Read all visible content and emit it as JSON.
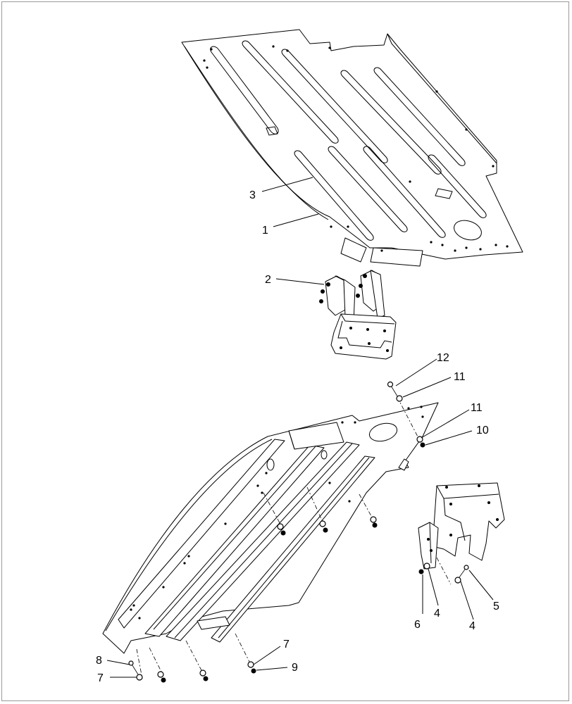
{
  "callouts": {
    "c1": "1",
    "c2": "2",
    "c3": "3",
    "c4a": "4",
    "c4b": "4",
    "c5": "5",
    "c6": "6",
    "c7a": "7",
    "c7b": "7",
    "c8": "8",
    "c9": "9",
    "c10": "10",
    "c11a": "11",
    "c11b": "11",
    "c12": "12"
  }
}
